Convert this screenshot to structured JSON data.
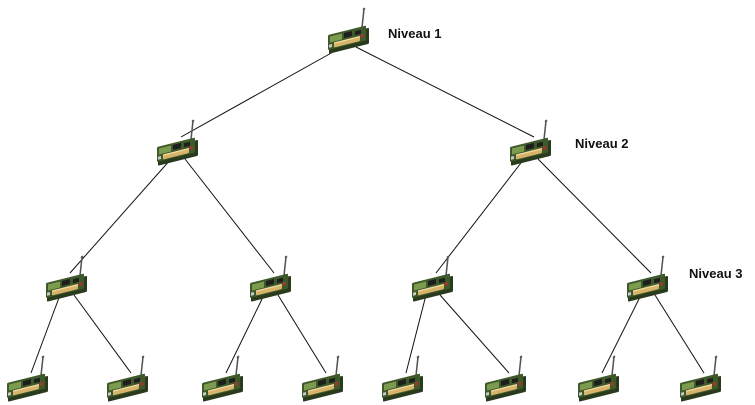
{
  "levels": [
    {
      "label": "Niveau 1"
    },
    {
      "label": "Niveau 2"
    },
    {
      "label": "Niveau 3"
    }
  ],
  "tree": {
    "node_icon": "sensor-node-icon",
    "depth": 4,
    "branching": 2,
    "nodes_per_row": [
      1,
      2,
      4,
      8
    ]
  },
  "colors": {
    "edge": "#111111",
    "board": "#3f5a2a",
    "board_light": "#7d9b4e",
    "chip": "#1e1e1e",
    "battery": "#d8b46a",
    "antenna": "#555555",
    "label": "#111111"
  }
}
